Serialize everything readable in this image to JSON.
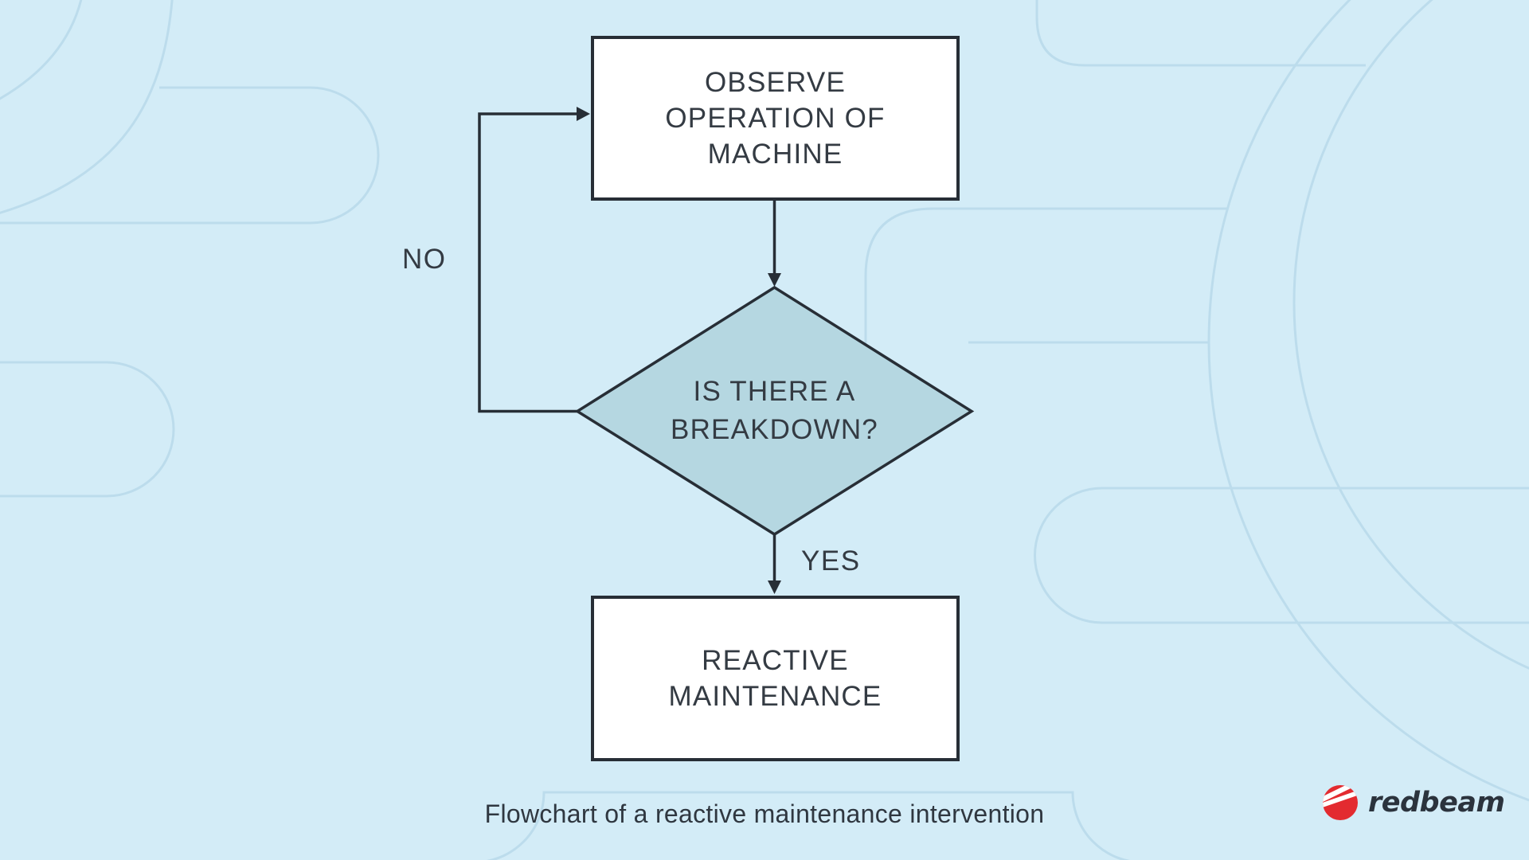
{
  "page": {
    "caption": "Flowchart of a reactive maintenance intervention"
  },
  "brand": {
    "name": "redbeam",
    "icon": "redbeam-circle-icon"
  },
  "flowchart": {
    "nodes": [
      {
        "id": "observe-operation",
        "type": "process",
        "lines": [
          "OBSERVE",
          "OPERATION OF",
          "MACHINE"
        ]
      },
      {
        "id": "breakdown-decision",
        "type": "decision",
        "lines": [
          "IS THERE A",
          "BREAKDOWN?"
        ]
      },
      {
        "id": "reactive-maintenance",
        "type": "process",
        "lines": [
          "REACTIVE",
          "MAINTENANCE"
        ]
      }
    ],
    "edges": [
      {
        "from": "observe-operation",
        "to": "breakdown-decision",
        "label": ""
      },
      {
        "from": "breakdown-decision",
        "to": "reactive-maintenance",
        "label": "YES"
      },
      {
        "from": "breakdown-decision",
        "to": "observe-operation",
        "label": "NO"
      }
    ]
  },
  "colors": {
    "background": "#d3ecf7",
    "decor_stroke": "#bcdcec",
    "node_fill": "#ffffff",
    "decision_fill": "#b5d7e1",
    "line": "#272e36",
    "text": "#343b43",
    "brand_red": "#e32b30",
    "brand_text": "#2b333d"
  }
}
